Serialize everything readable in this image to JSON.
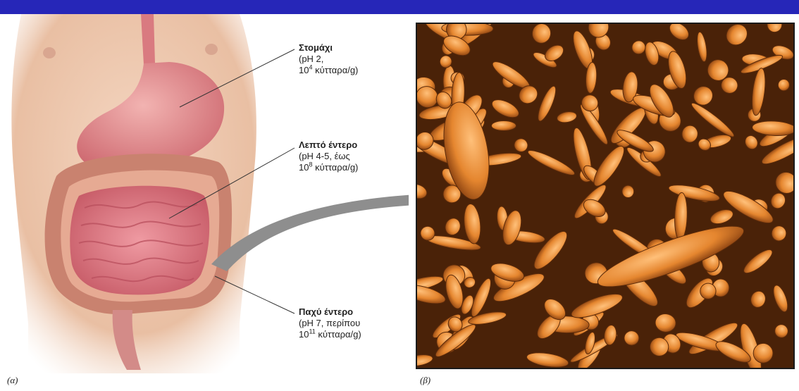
{
  "labels": {
    "stomach": {
      "title": "Στομάχι",
      "line1": "(pH 2,",
      "line2_base": "10",
      "line2_sup": "4",
      "line2_rest": " κύτταρα/g)"
    },
    "small_intestine": {
      "title": "Λεπτό έντερο",
      "line1": "(pH 4-5, έως",
      "line2_base": "10",
      "line2_sup": "8",
      "line2_rest": " κύτταρα/g)"
    },
    "large_intestine": {
      "title": "Παχύ έντερο",
      "line1": "(pH 7, περίπου",
      "line2_base": "10",
      "line2_sup": "11",
      "line2_rest": " κύτταρα/g)"
    }
  },
  "captions": {
    "a": "(α)",
    "b": "(β)"
  },
  "colors": {
    "topbar": "#2626b8",
    "skin": "#ecc3a7",
    "stomach": "#e58b8d",
    "intestine": "#e27a84",
    "colon": "#d9a08a",
    "bacteria": "#e5862f",
    "arrow": "#8e8e8e"
  }
}
